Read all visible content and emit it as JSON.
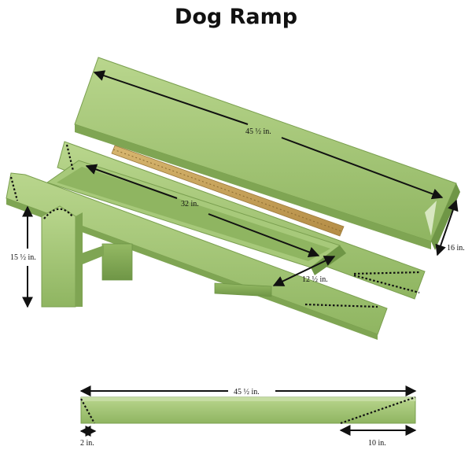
{
  "title": "Dog Ramp",
  "dimensions": {
    "ramp_length": "45 ½ in.",
    "ramp_width": "16 in.",
    "tray_length": "32 in.",
    "tray_width": "12 ½ in.",
    "leg_height": "15 ½ in.",
    "rail_length": "45 ½ in.",
    "rail_end_cut": "2 in.",
    "rail_angle_cut": "10 in."
  },
  "colors": {
    "board": "#9bbf6b",
    "board_dark": "#7fa553",
    "board_light": "#b9d68d",
    "cleat": "#c9a45e",
    "line": "#111111"
  }
}
